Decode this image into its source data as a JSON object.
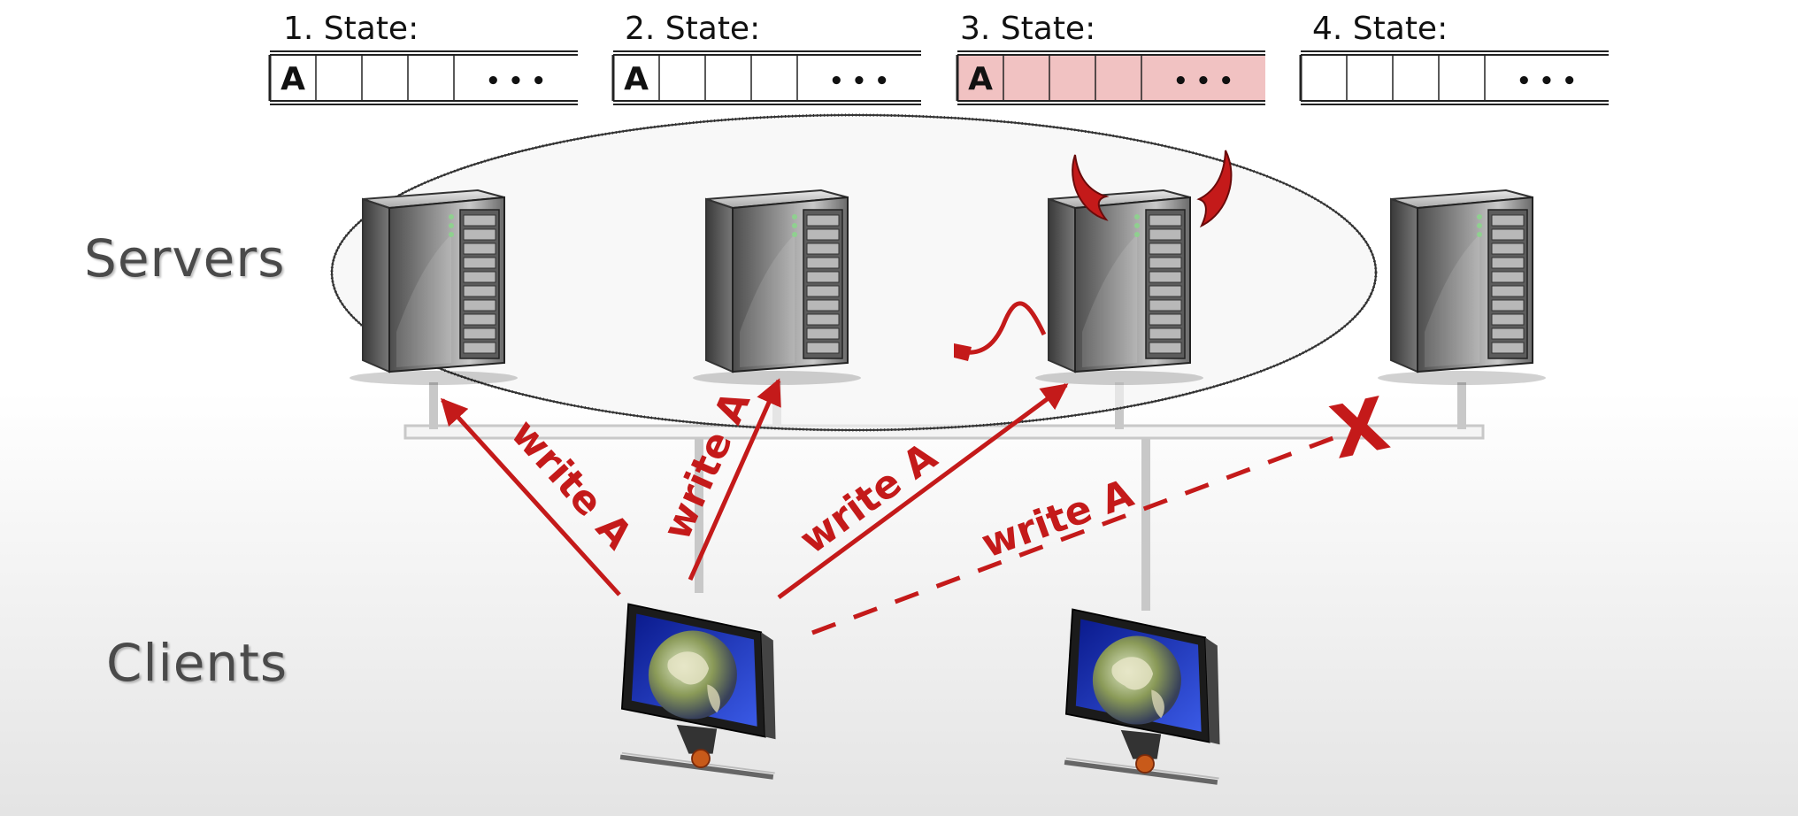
{
  "labels": {
    "servers": "Servers",
    "clients": "Clients"
  },
  "states": [
    {
      "title": "1. State:",
      "cells": [
        "A",
        "",
        "",
        ""
      ],
      "ellipsis": "• • •",
      "compromised": false
    },
    {
      "title": "2. State:",
      "cells": [
        "A",
        "",
        "",
        ""
      ],
      "ellipsis": "• • •",
      "compromised": false
    },
    {
      "title": "3. State:",
      "cells": [
        "A",
        "",
        "",
        ""
      ],
      "ellipsis": "• • •",
      "compromised": true
    },
    {
      "title": "4. State:",
      "cells": [
        "",
        "",
        "",
        ""
      ],
      "ellipsis": "• • •",
      "compromised": false
    }
  ],
  "arrows": [
    {
      "label": "write A",
      "target": "server-1",
      "delivered": true
    },
    {
      "label": "write A",
      "target": "server-2",
      "delivered": true
    },
    {
      "label": "write A",
      "target": "server-3",
      "delivered": true
    },
    {
      "label": "write A",
      "target": "server-4",
      "delivered": false
    }
  ],
  "failure_mark": "X",
  "colors": {
    "arrow": "#c41a1a",
    "compromised_fill": "#f1c2c2",
    "label_gray": "#4a4a4a",
    "screen_blue": "#1f2fb8"
  },
  "icons": [
    "server-icon",
    "devil-horns-icon",
    "devil-tail-icon",
    "client-monitor-icon",
    "globe-icon"
  ]
}
